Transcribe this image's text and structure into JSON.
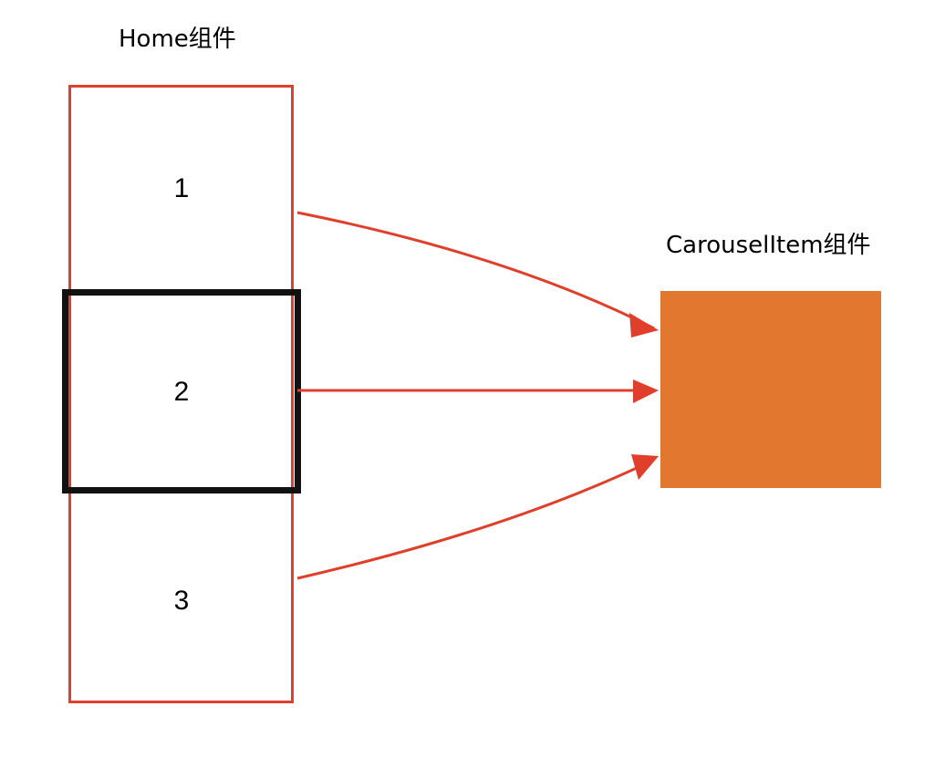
{
  "labels": {
    "home": "Home组件",
    "carousel": "CarouselItem组件"
  },
  "home_items": [
    "1",
    "2",
    "3"
  ],
  "colors": {
    "home_border": "#e0402b",
    "highlight_border": "#111111",
    "carousel_fill": "#e2782f",
    "arrow": "#e0402b",
    "text": "#000000"
  }
}
